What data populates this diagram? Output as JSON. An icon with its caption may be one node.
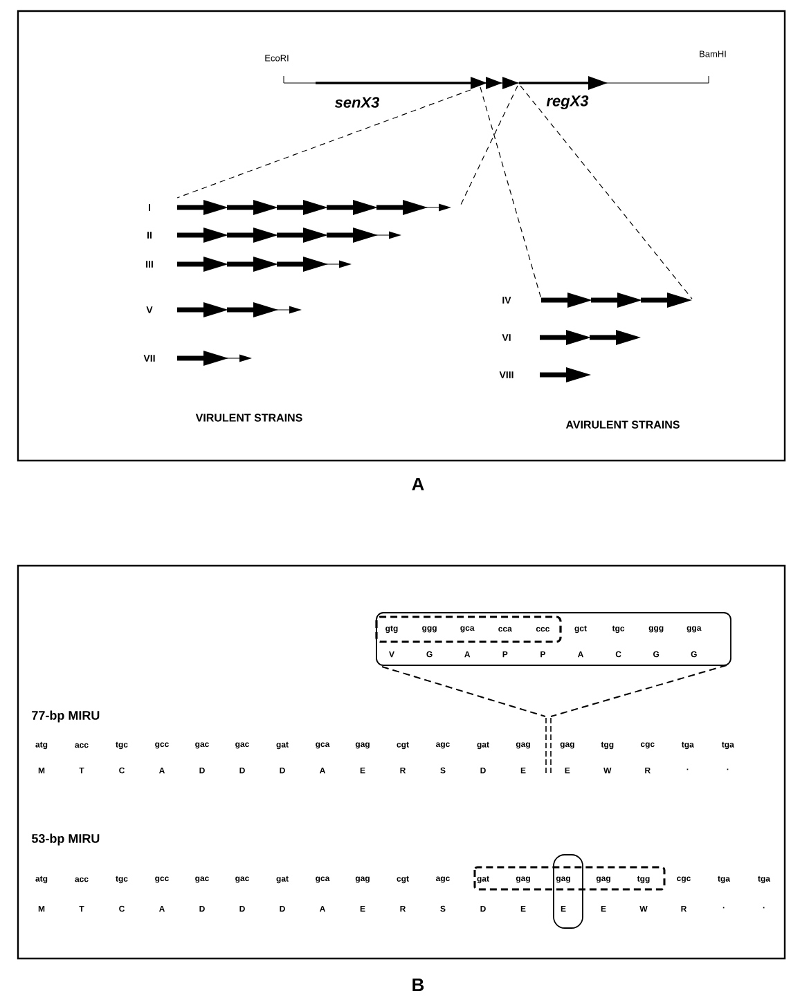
{
  "diagram": {
    "labels": [
      "EcoRI",
      "BamHI",
      "senX3",
      "regX3",
      "I",
      "II",
      "III",
      "V",
      "VII",
      "IV",
      "VI",
      "VIII",
      "VIRULENT STRAINS",
      "AVIRULENT STRAINS",
      "A",
      "gtg",
      "ggg",
      "gca",
      "cca",
      "ccc",
      "gct",
      "tgc",
      "ggg",
      "gga",
      "V",
      "G",
      "A",
      "P",
      "P",
      "A",
      "C",
      "G",
      "G",
      "77-bp MIRU",
      "atg",
      "acc",
      "tgc",
      "gcc",
      "gac",
      "gac",
      "gat",
      "gca",
      "gag",
      "cgt",
      "agc",
      "gat",
      "gag",
      "gag",
      "tgg",
      "cgc",
      "tga",
      "tga",
      "M",
      "T",
      "C",
      "A",
      "D",
      "D",
      "D",
      "A",
      "E",
      "R",
      "S",
      "D",
      "E",
      "E",
      "W",
      "R",
      "·",
      "·",
      "53-bp MIRU",
      "atg",
      "acc",
      "tgc",
      "gcc",
      "gac",
      "gac",
      "gat",
      "gca",
      "gag",
      "cgt",
      "agc",
      "gat",
      "gag",
      "gag",
      "gag",
      "tgg",
      "cgc",
      "tga",
      "tga",
      "M",
      "T",
      "C",
      "A",
      "D",
      "D",
      "D",
      "A",
      "E",
      "R",
      "S",
      "D",
      "E",
      "E",
      "E",
      "W",
      "R",
      "·",
      "·",
      "B"
    ]
  }
}
